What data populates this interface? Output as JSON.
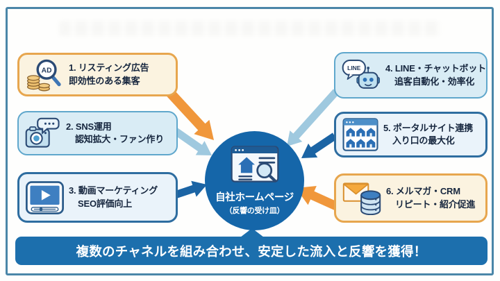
{
  "meta": {
    "description": "six marketing channels funneling into company homepage"
  },
  "center": {
    "title": "自社ホームページ",
    "subtitle": "（反響の受け皿）"
  },
  "banner": {
    "text": "複数のチャネルを組み合わせ、安定した流入と反響を獲得！"
  },
  "channels": [
    {
      "number": 1,
      "line1": "1. リスティング広告",
      "line2": "即効性のある集客",
      "icon": "ad-search-coins-icon",
      "theme": "orange"
    },
    {
      "number": 2,
      "line1": "2. SNS運用",
      "line2": "認知拡大・ファン作り",
      "icon": "camera-chat-icon",
      "theme": "lightblue"
    },
    {
      "number": 3,
      "line1": "3. 動画マーケティング",
      "line2": "SEO評価向上",
      "icon": "video-player-icon",
      "theme": "blue"
    },
    {
      "number": 4,
      "line1": "4. LINE・チャットボット",
      "line2": "追客自動化・効率化",
      "icon": "line-chatbot-icon",
      "theme": "lightblue"
    },
    {
      "number": 5,
      "line1": "5. ポータルサイト連携",
      "line2": "入り口の最大化",
      "icon": "portal-sites-icon",
      "theme": "blue"
    },
    {
      "number": 6,
      "line1": "6. メルマガ・CRM",
      "line2": "リピート・紹介促進",
      "icon": "mail-database-icon",
      "theme": "orange"
    }
  ],
  "icon_labels": {
    "ad": "AD",
    "line": "LINE"
  },
  "colors": {
    "frame_border": "#4A86A8",
    "circle_bg": "#1566A9",
    "banner_bg": "#1C6FAD",
    "cream_box_bg": "#FBF3E0",
    "orange_box_border": "#E7A64E",
    "lightblue_box_bg": "#D9ECF5",
    "lightblue_box_border": "#5FA7CC",
    "blue_box_bg": "#EAF3FA",
    "blue_box_border": "#2E6DA0",
    "arrow_orange": "#F0973B",
    "arrow_lightblue": "#9FC9DF",
    "arrow_darkblue": "#1B64A4",
    "text_dark": "#16263E"
  }
}
